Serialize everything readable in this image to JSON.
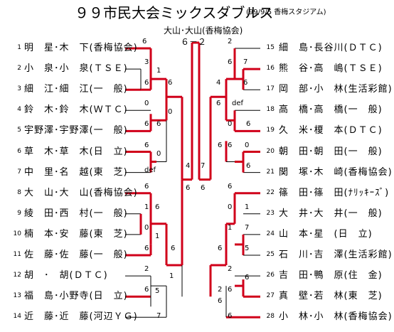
{
  "title": "９９市民大会ミックスダブルス",
  "subtitle": "(99/9/5 香梅スタジアム)",
  "champion": "大山･大山(香梅協会)",
  "final_score": "６－２",
  "players_left": [
    {
      "no": "1",
      "name": "明　星･木　下(香梅協会)"
    },
    {
      "no": "2",
      "name": "小　泉･小　泉(ＴＳＥ)"
    },
    {
      "no": "3",
      "name": "細　江･細　江(一　般)"
    },
    {
      "no": "4",
      "name": "鈴　木･鈴　木(ＷＴＣ)"
    },
    {
      "no": "5",
      "name": "宇野澤･宇野澤(一　般)"
    },
    {
      "no": "6",
      "name": "草　木･草　木(日　立)"
    },
    {
      "no": "7",
      "name": "中　里･名　越(東　芝)"
    },
    {
      "no": "8",
      "name": "大　山･大　山(香梅協会)"
    },
    {
      "no": "9",
      "name": "綾　田･西　村(一　般)"
    },
    {
      "no": "10",
      "name": "楠　本･安　藤(東　芝)"
    },
    {
      "no": "11",
      "name": "佐　藤･佐　藤(一　般)"
    },
    {
      "no": "12",
      "name": "胡　･　胡(ＤＴＣ)"
    },
    {
      "no": "13",
      "name": "福　島･小野寺(日　立)"
    },
    {
      "no": "14",
      "name": "近　藤･近　藤(河辺ＹＧ)"
    }
  ],
  "players_right": [
    {
      "no": "15",
      "name": "細　島･長谷川(ＤＴＣ)"
    },
    {
      "no": "16",
      "name": "熊　谷･高　嶋(ＴＳＥ)"
    },
    {
      "no": "17",
      "name": "岡　部･小　林(生活彩館)"
    },
    {
      "no": "18",
      "name": "高　橋･高　橋(一　般)"
    },
    {
      "no": "19",
      "name": "久　米･榎　本(ＤＴＣ)"
    },
    {
      "no": "20",
      "name": "朝　田･朝　田(一　般)"
    },
    {
      "no": "21",
      "name": "関　塚･木　崎(香梅協会)"
    },
    {
      "no": "22",
      "name": "篠　田･篠　田(ﾅﾘｯｷｰｽﾞ)"
    },
    {
      "no": "23",
      "name": "大　井･大　井(一　般)"
    },
    {
      "no": "24",
      "name": "山　本･星　(日　立)"
    },
    {
      "no": "25",
      "name": "石　川･吉　澤(生活彩館)"
    },
    {
      "no": "26",
      "name": "吉　田･鴨　原(住　金)"
    },
    {
      "no": "27",
      "name": "真　壁･若　林(東　芝)"
    },
    {
      "no": "28",
      "name": "小　林･小　林(香梅協会)"
    }
  ],
  "scores": [
    {
      "id": "L1-1",
      "v": "6"
    },
    {
      "id": "L2-3",
      "v": "3"
    },
    {
      "id": "L3-3",
      "v": "6"
    },
    {
      "id": "L2-3b",
      "v": "1"
    },
    {
      "id": "L1-3",
      "v": "6"
    },
    {
      "id": "L4-5",
      "v": "0"
    },
    {
      "id": "L5-5",
      "v": "6"
    },
    {
      "id": "L45b",
      "v": "0"
    },
    {
      "id": "L5-5b",
      "v": "6"
    },
    {
      "id": "L6-7",
      "v": "6"
    },
    {
      "id": "L67b",
      "v": "0"
    },
    {
      "id": "L7-7",
      "v": "def"
    },
    {
      "id": "L8",
      "v": "6"
    },
    {
      "id": "L9",
      "v": "1"
    },
    {
      "id": "L89b",
      "v": "6"
    },
    {
      "id": "L10",
      "v": "0"
    },
    {
      "id": "L1011b",
      "v": "1"
    },
    {
      "id": "L11",
      "v": "6"
    },
    {
      "id": "L8-11",
      "v": "6"
    },
    {
      "id": "L12",
      "v": "2"
    },
    {
      "id": "L13",
      "v": "6"
    },
    {
      "id": "L12-13b",
      "v": "1"
    },
    {
      "id": "L1213c",
      "v": "5"
    },
    {
      "id": "L14",
      "v": "7"
    },
    {
      "id": "LQF1",
      "v": "4"
    },
    {
      "id": "LQF2",
      "v": "6"
    },
    {
      "id": "FL",
      "v": "6"
    },
    {
      "id": "FR",
      "v": "6"
    },
    {
      "id": "RQF1",
      "v": "7"
    },
    {
      "id": "RQF2",
      "v": "6"
    },
    {
      "id": "R15",
      "v": "2"
    },
    {
      "id": "R16",
      "v": "6"
    },
    {
      "id": "R16b",
      "v": "7"
    },
    {
      "id": "R17",
      "v": "6"
    },
    {
      "id": "R1517",
      "v": "4"
    },
    {
      "id": "R1517b",
      "v": "6"
    },
    {
      "id": "R18",
      "v": "def"
    },
    {
      "id": "R19",
      "v": "6"
    },
    {
      "id": "R1819b",
      "v": "0"
    },
    {
      "id": "R20",
      "v": "6"
    },
    {
      "id": "R20b",
      "v": "0"
    },
    {
      "id": "R21",
      "v": "6"
    },
    {
      "id": "R2021b",
      "v": "6"
    },
    {
      "id": "R15-21",
      "v": "6"
    },
    {
      "id": "R22",
      "v": "6"
    },
    {
      "id": "R23",
      "v": "0"
    },
    {
      "id": "R2223b",
      "v": "1"
    },
    {
      "id": "R24",
      "v": "1"
    },
    {
      "id": "R24b",
      "v": "7"
    },
    {
      "id": "R25",
      "v": "5"
    },
    {
      "id": "R2225",
      "v": "6"
    },
    {
      "id": "R26",
      "v": "2"
    },
    {
      "id": "R26b",
      "v": "6"
    },
    {
      "id": "R27",
      "v": "6"
    },
    {
      "id": "R2627b",
      "v": "2"
    },
    {
      "id": "R28",
      "v": "6"
    },
    {
      "id": "R2228",
      "v": "6"
    }
  ],
  "colors": {
    "winner_line": "#d0001a",
    "loser_line": "#000000"
  }
}
